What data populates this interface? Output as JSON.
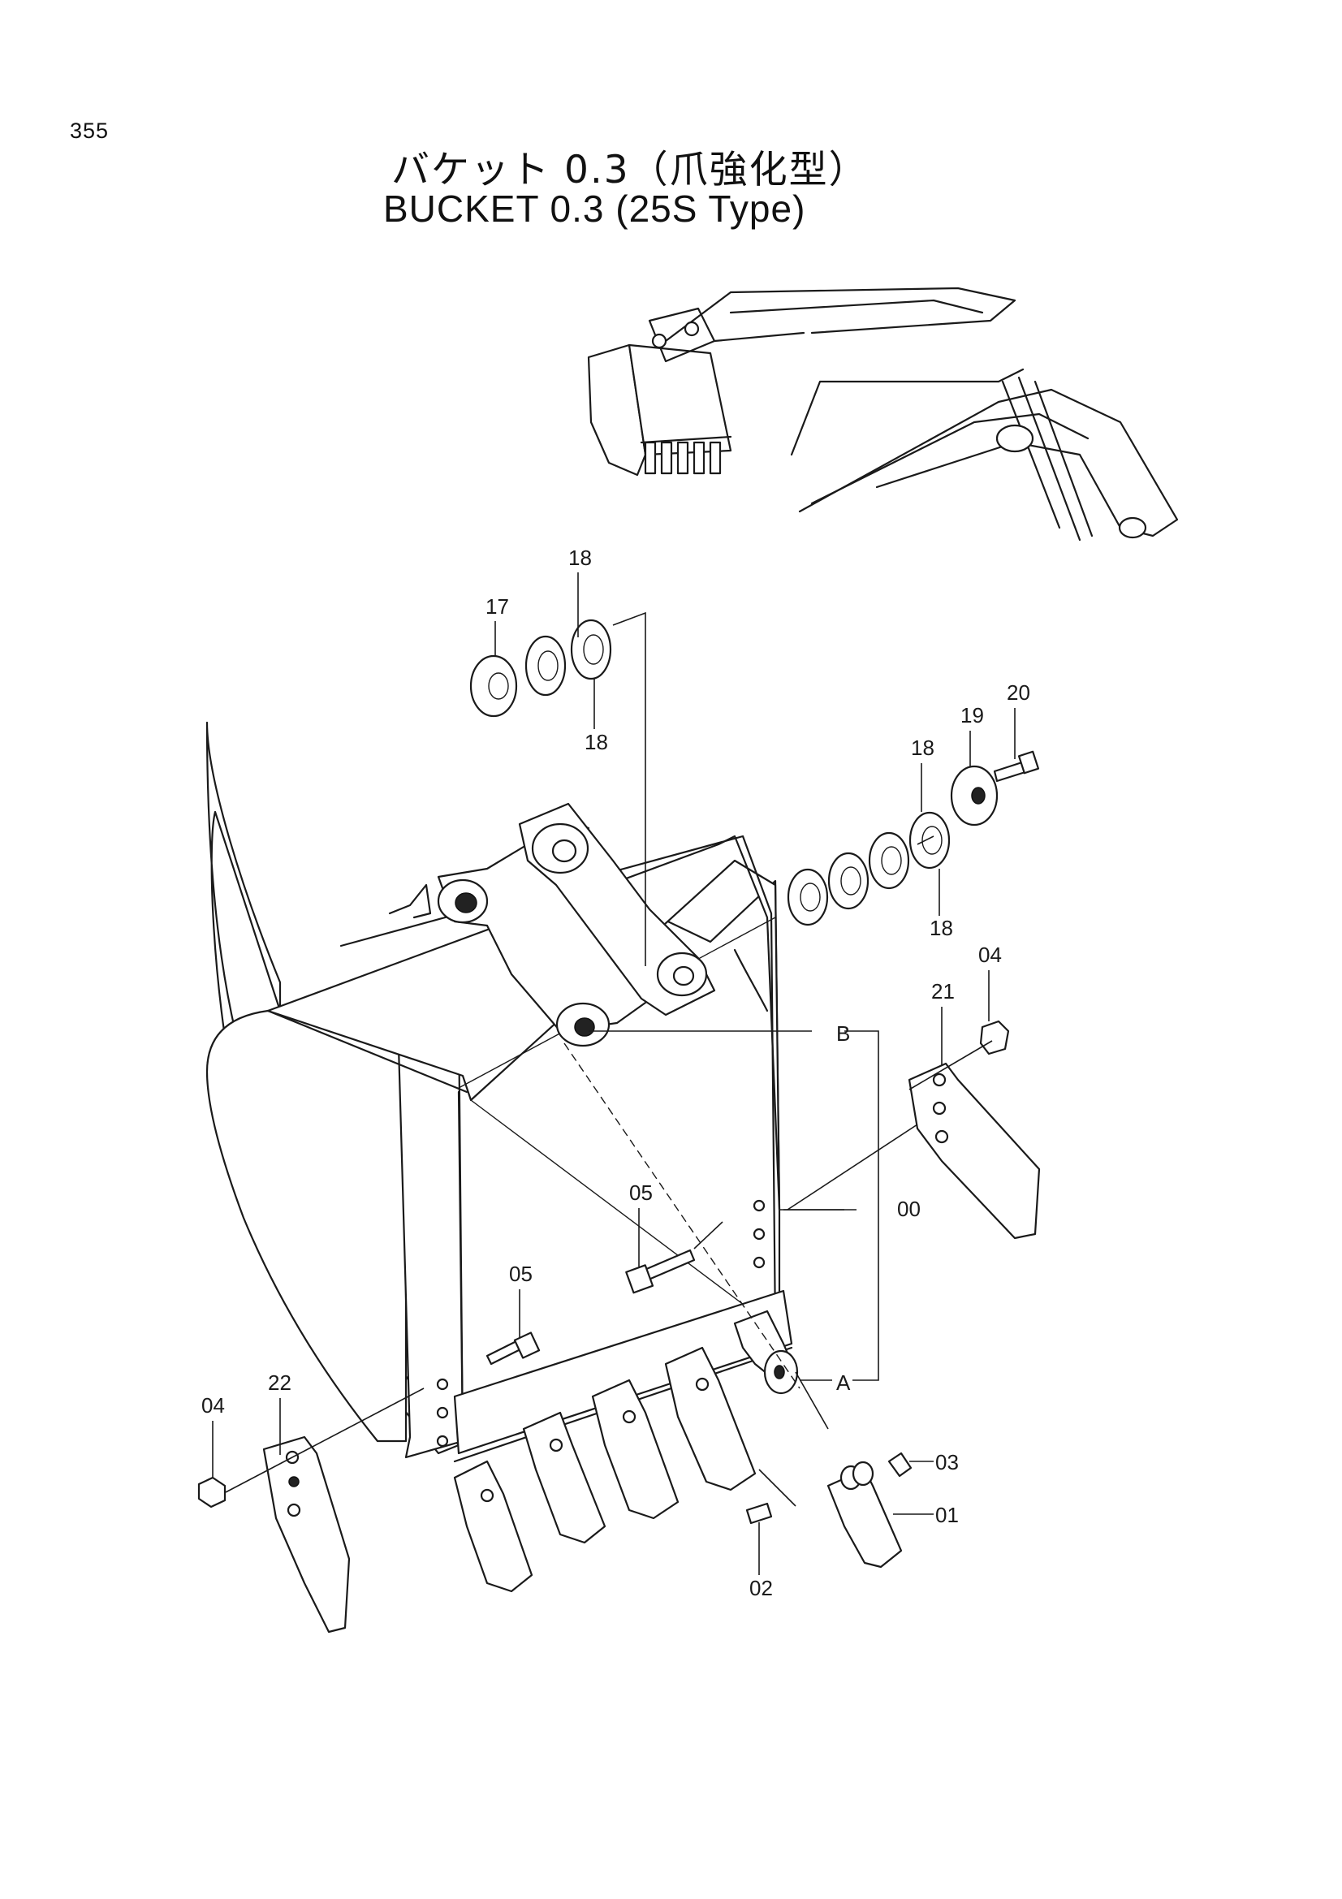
{
  "page_number": "355",
  "title_jp": "バケット 0.3（爪強化型）",
  "title_en": "BUCKET  0.3  (25S Type)",
  "callouts": {
    "c00": "00",
    "c01": "01",
    "c02": "02",
    "c03": "03",
    "c04a": "04",
    "c04b": "04",
    "c05a": "05",
    "c05b": "05",
    "c17": "17",
    "c18a": "18",
    "c18b": "18",
    "c18c": "18",
    "c18d": "18",
    "c19": "19",
    "c20": "20",
    "c21": "21",
    "c22": "22",
    "refA": "A",
    "refB": "B"
  }
}
